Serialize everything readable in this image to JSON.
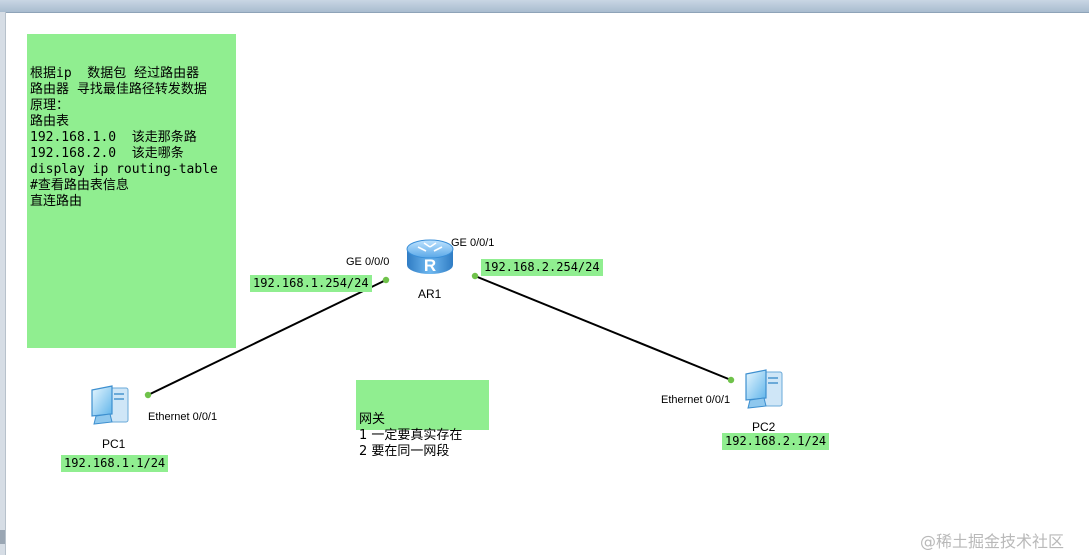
{
  "notes": {
    "main": [
      "根据ip  数据包 经过路由器",
      "路由器 寻找最佳路径转发数据",
      "",
      "",
      "原理：",
      "",
      "路由表",
      "",
      "192.168.1.0  该走那条路",
      "192.168.2.0  该走哪条",
      "",
      "",
      "",
      "display ip routing-table",
      "#查看路由表信息",
      "",
      "直连路由"
    ],
    "gateway": [
      "网关",
      "1 一定要真实存在",
      "2 要在同一网段"
    ]
  },
  "devices": {
    "router": {
      "name": "AR1",
      "glyph": "R"
    },
    "pc1": {
      "name": "PC1"
    },
    "pc2": {
      "name": "PC2"
    }
  },
  "interfaces": {
    "ar1_ge000": "GE 0/0/0",
    "ar1_ge001": "GE 0/0/1",
    "pc1_eth": "Ethernet 0/0/1",
    "pc2_eth": "Ethernet 0/0/1"
  },
  "ip_labels": {
    "ar1_ge000": "192.168.1.254/24",
    "ar1_ge001": "192.168.2.254/24",
    "pc1": "192.168.1.1/24",
    "pc2": "192.168.2.1/24"
  },
  "watermark": "@稀土掘金技术社区",
  "colors": {
    "note_bg": "#90ee90",
    "link": "#000000",
    "port_dot": "#6fc24a",
    "router_blue": "#3a8fd8"
  }
}
